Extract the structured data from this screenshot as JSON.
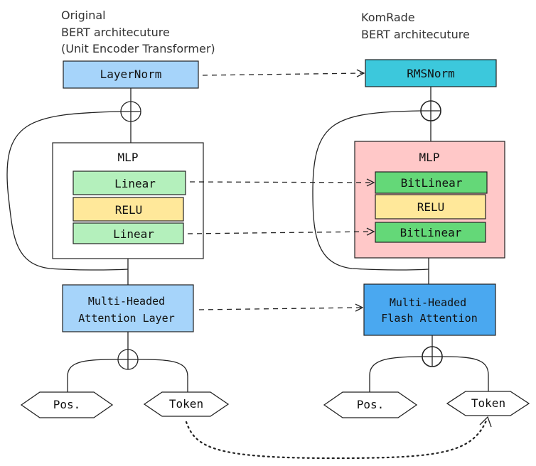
{
  "left": {
    "heading": [
      "Original",
      "BERT architecuture",
      "(Unit Encoder Transformer)"
    ],
    "norm": "LayerNorm",
    "mlp_title": "MLP",
    "linear_top": "Linear",
    "activation": "RELU",
    "linear_bottom": "Linear",
    "attention": [
      "Multi-Headed",
      "Attention Layer"
    ],
    "pos": "Pos.",
    "token": "Token"
  },
  "right": {
    "heading": [
      "KomRade",
      "BERT architecuture"
    ],
    "norm": "RMSNorm",
    "mlp_title": "MLP",
    "linear_top": "BitLinear",
    "activation": "RELU",
    "linear_bottom": "BitLinear",
    "attention": [
      "Multi-Headed",
      "Flash Attention"
    ],
    "pos": "Pos.",
    "token": "Token"
  },
  "colors": {
    "layernorm": "#a6d4fa",
    "rmsnorm": "#3cc8dc",
    "mlp_left_bg": "#ffffff",
    "mlp_right_bg": "#ffc8c8",
    "linear_left": "#b4f0bc",
    "linear_right": "#64d878",
    "relu": "#ffe89a",
    "attention_left": "#a6d4fa",
    "attention_right": "#4aa8f0"
  }
}
